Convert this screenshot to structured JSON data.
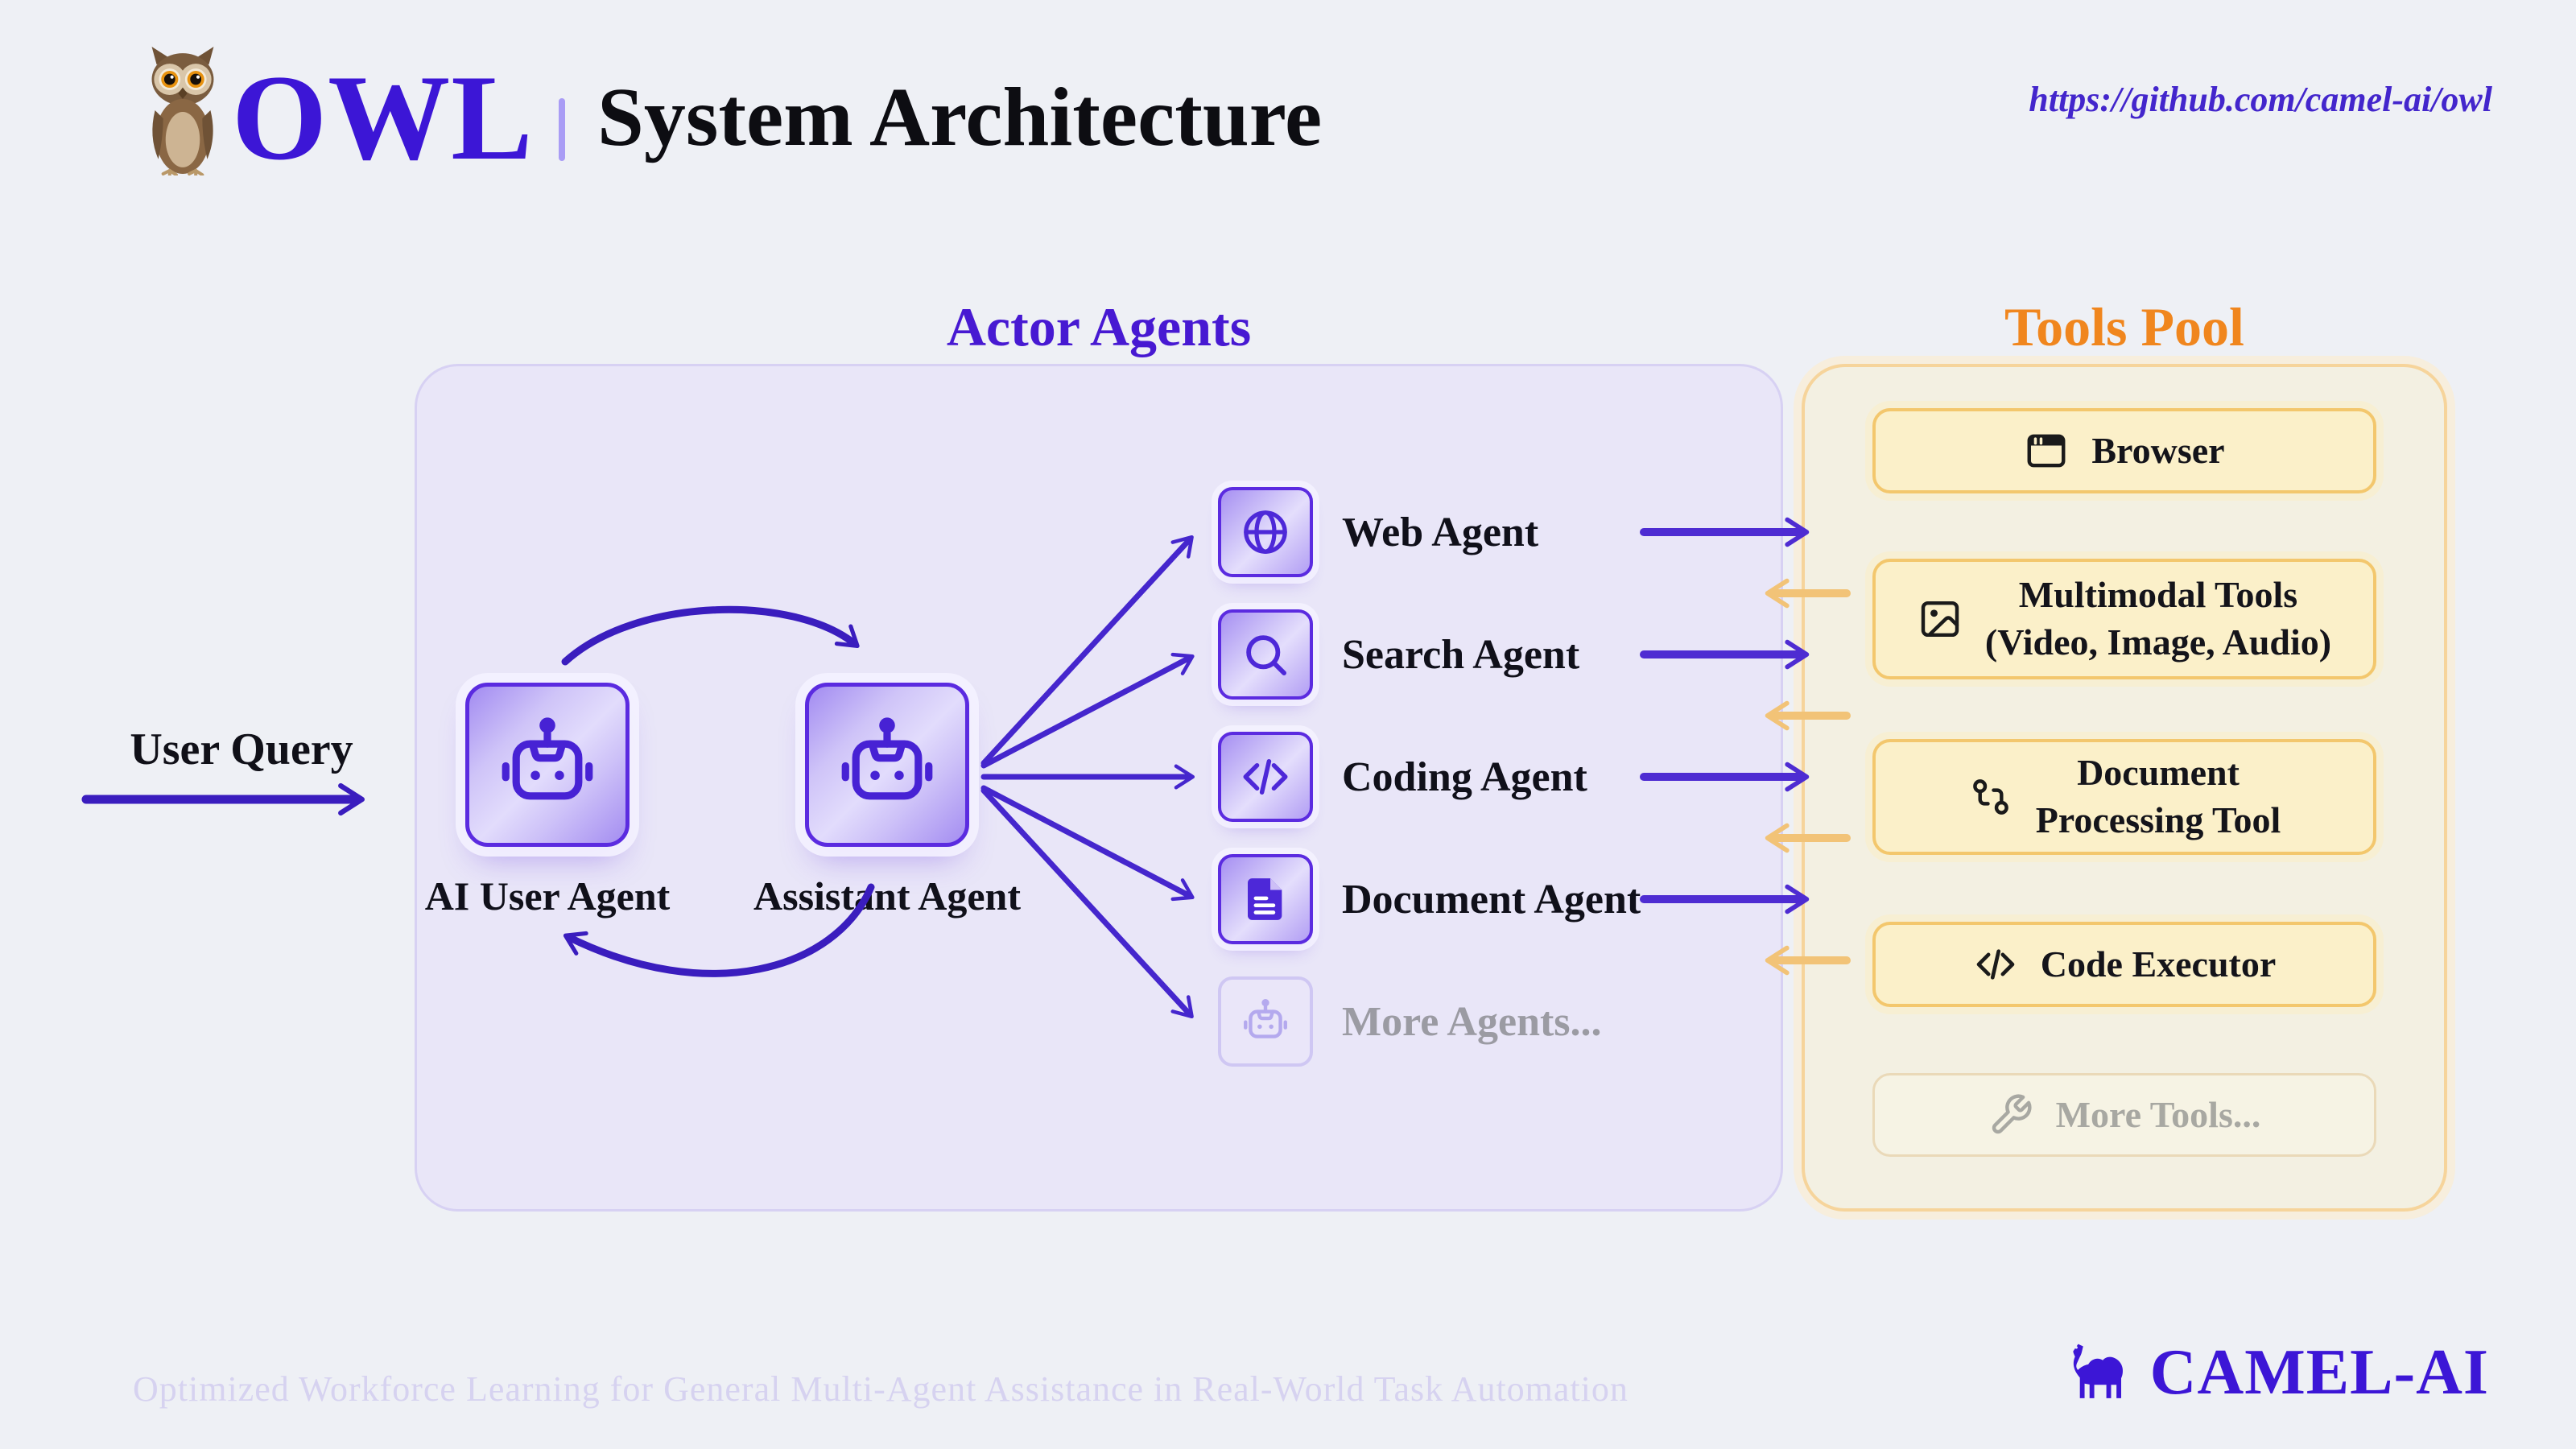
{
  "header": {
    "logo_label": "OWL",
    "subtitle": "System Architecture",
    "url": "https://github.com/camel-ai/owl",
    "logo_icon": "owl-icon"
  },
  "actor_agents": {
    "title": "Actor Agents",
    "user_query_label": "User Query",
    "core_agents": [
      {
        "label": "AI User Agent",
        "icon": "robot-icon"
      },
      {
        "label": "Assistant Agent",
        "icon": "robot-icon"
      }
    ],
    "sub_agents": [
      {
        "label": "Web Agent",
        "icon": "globe-icon",
        "muted": false
      },
      {
        "label": "Search Agent",
        "icon": "search-icon",
        "muted": false
      },
      {
        "label": "Coding Agent",
        "icon": "code-icon",
        "muted": false
      },
      {
        "label": "Document Agent",
        "icon": "file-text-icon",
        "muted": false
      },
      {
        "label": "More Agents...",
        "icon": "robot-icon",
        "muted": true
      }
    ]
  },
  "tools_pool": {
    "title": "Tools Pool",
    "tools": [
      {
        "lines": [
          "Browser"
        ],
        "icon": "browser-window-icon",
        "muted": false
      },
      {
        "lines": [
          "Multimodal Tools",
          "(Video, Image, Audio)"
        ],
        "icon": "image-icon",
        "muted": false
      },
      {
        "lines": [
          "Document",
          "Processing Tool"
        ],
        "icon": "workflow-icon",
        "muted": false
      },
      {
        "lines": [
          "Code Executor"
        ],
        "icon": "code-icon",
        "muted": false
      },
      {
        "lines": [
          "More Tools..."
        ],
        "icon": "wrench-icon",
        "muted": true
      }
    ]
  },
  "footer": {
    "tagline": "Optimized Workforce Learning for General Multi-Agent Assistance in Real-World Task Automation",
    "brand": "CAMEL-AI",
    "brand_icon": "camel-icon"
  },
  "colors": {
    "background": "#eef0f5",
    "purple_primary": "#3c16d6",
    "purple_title": "#4719d2",
    "purple_arrow": "#4e2cd2",
    "orange_title": "#f0861e",
    "orange_arrow": "#f2c377",
    "actor_box_fill": "#e9e6f8",
    "tools_box_fill": "#f3f0e2",
    "tool_btn_fill": "#fbf0c9",
    "muted_text": "#9b9ba3"
  }
}
